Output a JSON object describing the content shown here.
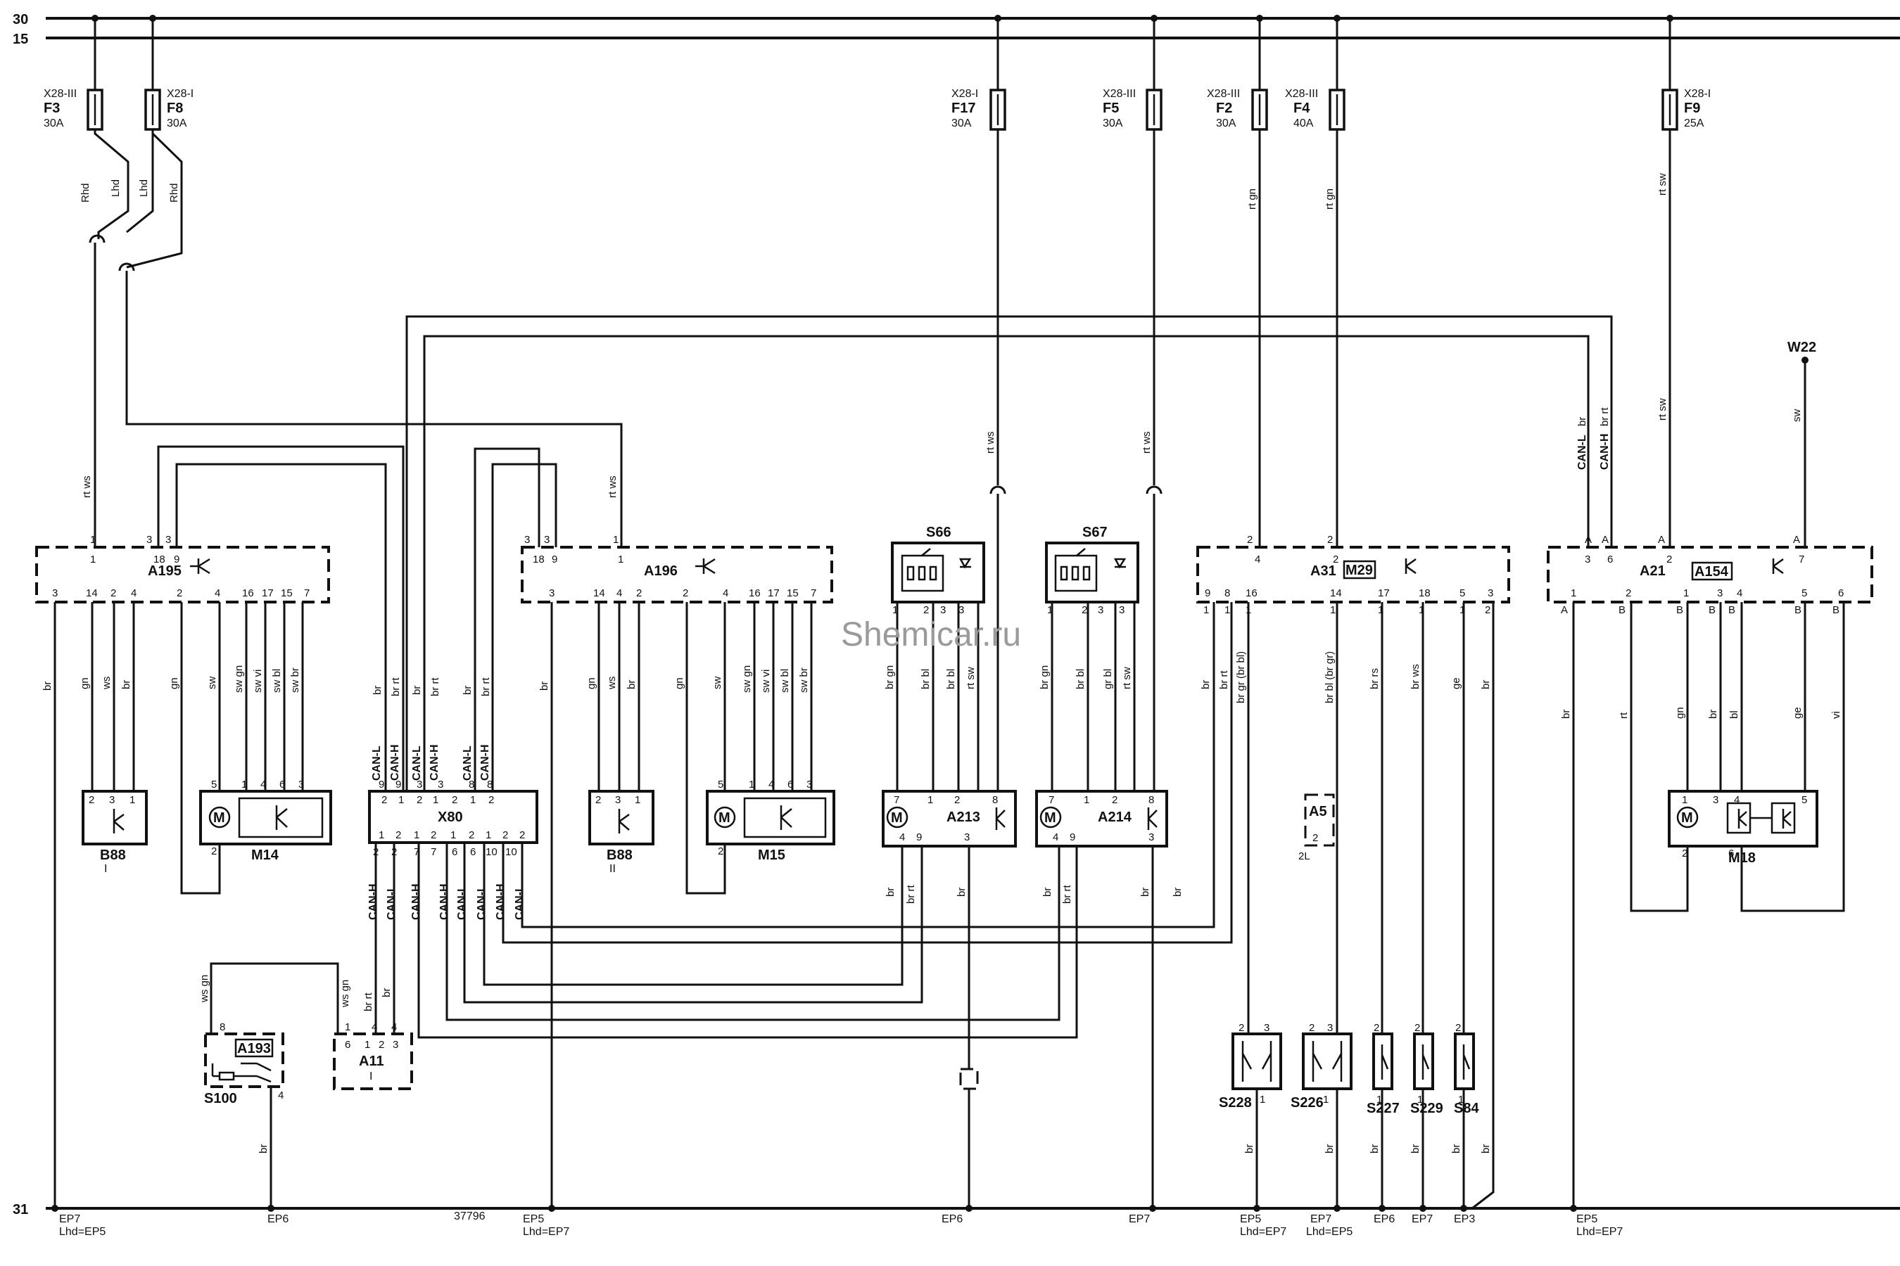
{
  "watermark": "Shemicar.ru",
  "doc_number": "37796",
  "rails": {
    "r30": "30",
    "r15": "15",
    "r31": "31"
  },
  "fuses": {
    "F3": {
      "loc": "X28-III",
      "name": "F3",
      "rating": "30A"
    },
    "F8": {
      "loc": "X28-I",
      "name": "F8",
      "rating": "30A"
    },
    "F17": {
      "loc": "X28-I",
      "name": "F17",
      "rating": "30A"
    },
    "F5": {
      "loc": "X28-III",
      "name": "F5",
      "rating": "30A"
    },
    "F2": {
      "loc": "X28-III",
      "name": "F2",
      "rating": "30A"
    },
    "F4": {
      "loc": "X28-III",
      "name": "F4",
      "rating": "40A"
    },
    "F9": {
      "loc": "X28-I",
      "name": "F9",
      "rating": "25A"
    }
  },
  "components": {
    "A195": "A195",
    "A196": "A196",
    "B88_1": "B88",
    "B88_1_sub": "I",
    "B88_2": "B88",
    "B88_2_sub": "II",
    "M14": "M14",
    "M15": "M15",
    "X80": "X80",
    "S66": "S66",
    "S67": "S67",
    "A213": "A213",
    "A214": "A214",
    "A31": "A31",
    "M29": "M29",
    "A21": "A21",
    "A154": "A154",
    "M18": "M18",
    "W22": "W22",
    "A5": "A5",
    "A193": "A193",
    "S100": "S100",
    "A11": "A11",
    "A11_sub": "I",
    "S228": "S228",
    "S226": "S226",
    "S227": "S227",
    "S229": "S229",
    "S84": "S84"
  },
  "wire_colors": {
    "rhd": "Rhd",
    "lhd": "Lhd",
    "rtws": "rt ws",
    "rtgn": "rt gn",
    "rtsw": "rt sw",
    "sw": "sw",
    "br": "br",
    "brrt": "br rt",
    "gn": "gn",
    "ws": "ws",
    "swgn": "sw gn",
    "swvi": "sw vi",
    "swbl": "sw bl",
    "swbr": "sw br",
    "brgn": "br gn",
    "brbl": "br bl",
    "grbl": "gr bl",
    "brgr_brbl": "br gr (br bl)",
    "brbl_brgr": "br bl (br gr)",
    "brrs": "br rs",
    "brws": "br ws",
    "ge": "ge",
    "rt": "rt",
    "bl": "bl",
    "vi": "vi",
    "wsgn": "ws gn"
  },
  "signals": {
    "canl": "CAN-L",
    "canh": "CAN-H"
  },
  "grounds": {
    "g1": "EP7",
    "g1b": "Lhd=EP5",
    "g2": "EP6",
    "g3": "EP5",
    "g3b": "Lhd=EP7",
    "g4": "EP6",
    "g5": "EP7",
    "g6": "EP5",
    "g6b": "Lhd=EP7",
    "g7": "EP7",
    "g7b": "Lhd=EP5",
    "g8": "EP6",
    "g9": "EP7",
    "g10": "EP3",
    "g11": "EP5",
    "g11b": "Lhd=EP7"
  },
  "misc": {
    "twoL": "2L"
  }
}
